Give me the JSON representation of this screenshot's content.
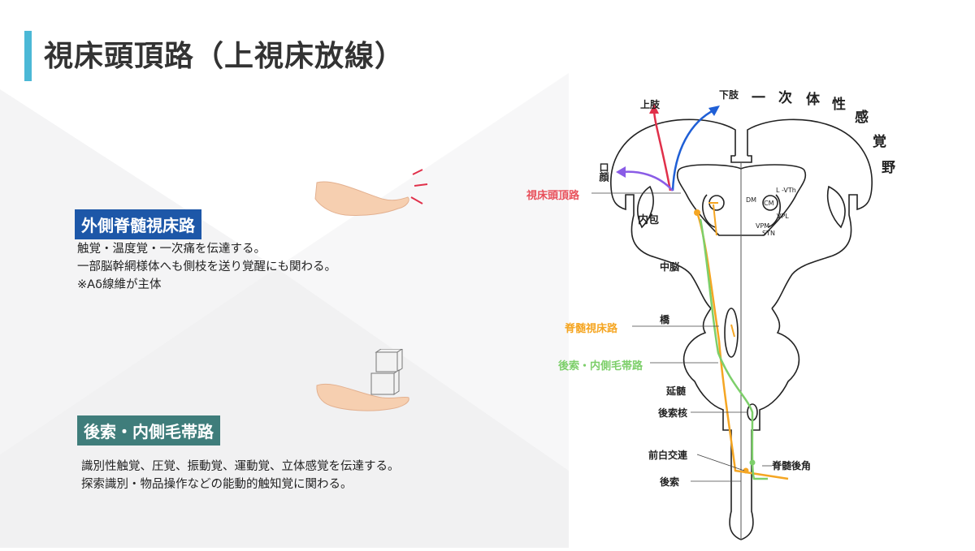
{
  "title": "視床頭頂路（上視床放線）",
  "lateral": {
    "heading": "外側脊髄視床路",
    "lines": [
      "触覚・温度覚・一次痛を伝達する。",
      "一部脳幹網様体へも側枝を送り覚醒にも関わる。",
      "※Aδ線維が主体"
    ]
  },
  "dorsal": {
    "heading": "後索・内側毛帯路",
    "lines": [
      "識別性触覚、圧覚、振動覚、運動覚、立体感覚を伝達する。",
      "探索識別・物品操作などの能動的触知覚に関わる。"
    ]
  },
  "diagram": {
    "cortex_chars": [
      "一",
      "次",
      "体",
      "性",
      "感",
      "覚",
      "野"
    ],
    "upper_limb": "上肢",
    "lower_limb": "下肢",
    "mouth": "口顔",
    "thalamic_parietal": "視床頭頂路",
    "internal_capsule": "内包",
    "midbrain": "中脳",
    "pons": "橋",
    "spinothalamic": "脊髄視床路",
    "dorsal_lemniscal": "後索・内側毛帯路",
    "medulla": "延髄",
    "dorsal_column_nuclei": "後索核",
    "anterior_commissure": "前白交連",
    "dorsal_horn": "脊髄後角",
    "dorsal_column": "後索",
    "nuclei": {
      "dm": "DM",
      "cm": "CM",
      "lvth": "L -VTh",
      "vpl": "VPL",
      "vpm": "VPM",
      "stn": "STN"
    }
  },
  "colors": {
    "accent": "#4bb8d6",
    "lateral_head": "#1d57a8",
    "dorsal_head": "#3f7d7b",
    "red_label": "#e8505b",
    "orange": "#f5a623",
    "green": "#7dcf6a",
    "blue_arrow": "#1f5fd6",
    "red_arrow": "#e0304a",
    "purple_arrow": "#8a5ce6"
  }
}
